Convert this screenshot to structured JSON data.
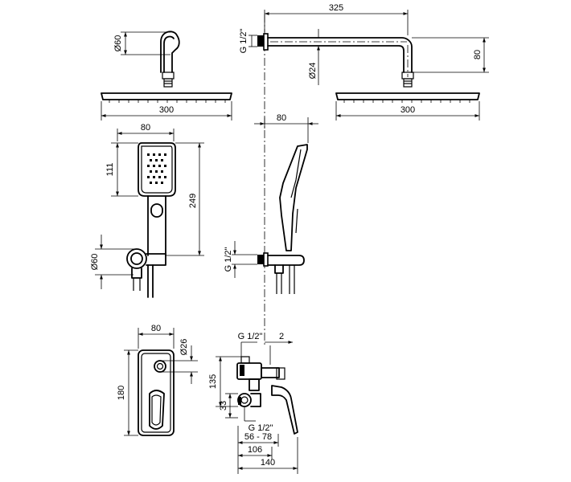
{
  "dimensions": {
    "overhead_arm_diameter": "Ø60",
    "overhead_head_width_front": "300",
    "arm_length": "325",
    "arm_inlet_thread": "G 1/2\"",
    "arm_tube_diameter": "Ø24",
    "arm_drop_height": "80",
    "overhead_head_width_side": "300",
    "hand_shower_width": "80",
    "hand_head_height": "111",
    "hand_total_height": "249",
    "holder_diameter": "Ø60",
    "side_offset": "80",
    "holder_inlet_thread": "G 1/2\"",
    "plate_width": "80",
    "knob_diameter": "Ø26",
    "plate_height": "180",
    "valve_top_thread": "G 1/2\"",
    "wall_gap": "2",
    "valve_height": "135",
    "valve_port_height": "33",
    "valve_bottom_thread": "G 1/2\"",
    "install_depth_range": "56 - 78",
    "body_depth": "106",
    "total_depth": "140"
  }
}
